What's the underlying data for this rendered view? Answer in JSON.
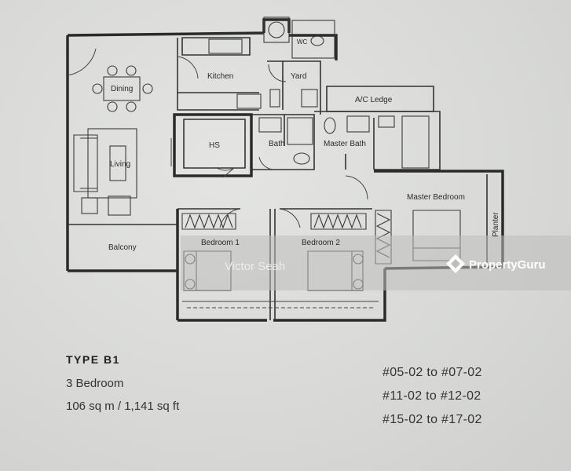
{
  "rooms": {
    "dining": "Dining",
    "kitchen": "Kitchen",
    "yard": "Yard",
    "wc": "WC",
    "ac_ledge": "A/C Ledge",
    "hs": "HS",
    "bath": "Bath",
    "master_bath": "Master Bath",
    "living": "Living",
    "master_bedroom": "Master Bedroom",
    "balcony": "Balcony",
    "bedroom_1": "Bedroom 1",
    "bedroom_2": "Bedroom 2",
    "planter": "Planter"
  },
  "watermark": {
    "author": "Victor Seah",
    "brand": "PropertyGuru"
  },
  "unit_info": {
    "type": "TYPE B1",
    "bedrooms": "3 Bedroom",
    "area": "106 sq m / 1,141 sq ft"
  },
  "unit_numbers": [
    "#05-02 to #07-02",
    "#11-02 to #12-02",
    "#15-02 to #17-02"
  ],
  "colors": {
    "background": "#d9dad8",
    "walls": "#2b2b2b",
    "watermark_strip": "#bdbebc"
  }
}
